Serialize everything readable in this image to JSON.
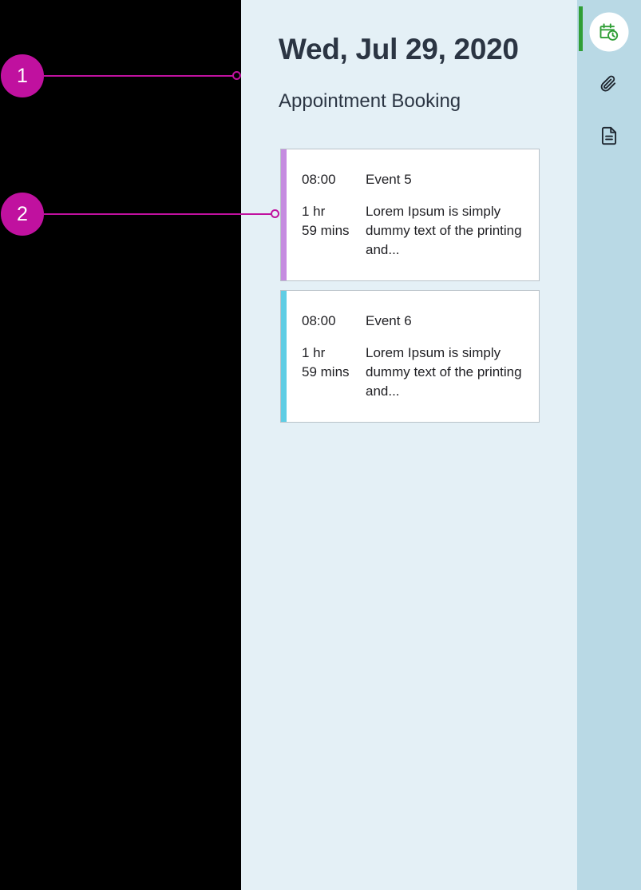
{
  "theme": {
    "annotation_color": "#c0119f",
    "panel_background": "#e4f0f6",
    "rail_background": "#b9d9e5",
    "active_indicator": "#2f9e35",
    "title_color": "#2b3543",
    "card_background": "#ffffff",
    "card_border": "#b9c2c9",
    "left_region": "#000000"
  },
  "annotations": [
    {
      "number": "1",
      "target": "page-title"
    },
    {
      "number": "2",
      "target": "event-card-1-accent"
    }
  ],
  "main": {
    "title": "Wed, Jul 29, 2020",
    "subtitle": "Appointment Booking",
    "events": [
      {
        "time": "08:00",
        "name": "Event 5",
        "duration": "1 hr\n59 mins",
        "description": "Lorem Ipsum is simply dummy text of the printing and...",
        "accent_color": "#c58ce0"
      },
      {
        "time": "08:00",
        "name": "Event 6",
        "duration": "1 hr\n59 mins",
        "description": "Lorem Ipsum is simply dummy text of the printing and...",
        "accent_color": "#5fcde4"
      }
    ]
  },
  "rail": {
    "items": [
      {
        "icon": "calendar-clock-icon",
        "active": true
      },
      {
        "icon": "paperclip-icon",
        "active": false
      },
      {
        "icon": "document-icon",
        "active": false
      }
    ]
  }
}
